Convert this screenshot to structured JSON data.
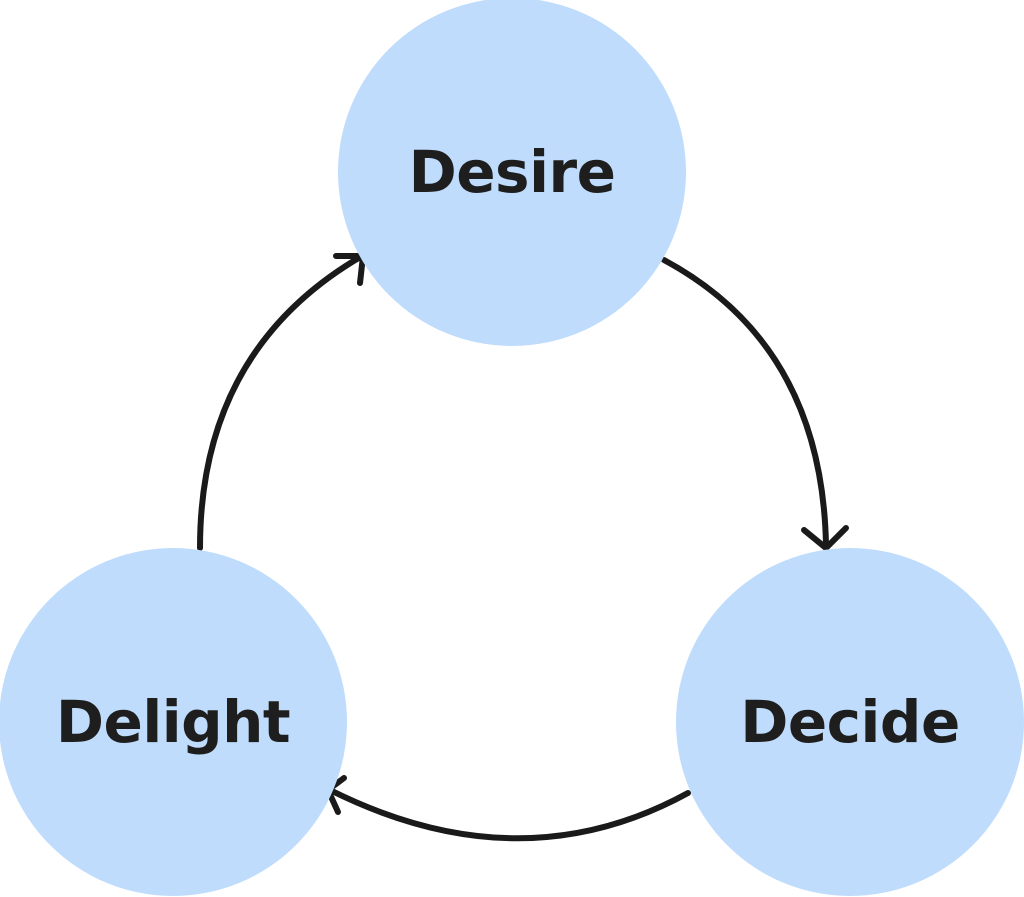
{
  "diagram": {
    "nodes": [
      {
        "id": "desire",
        "label": "Desire"
      },
      {
        "id": "decide",
        "label": "Decide"
      },
      {
        "id": "delight",
        "label": "Delight"
      }
    ],
    "edges": [
      {
        "from": "desire",
        "to": "decide"
      },
      {
        "from": "decide",
        "to": "delight"
      },
      {
        "from": "delight",
        "to": "desire"
      }
    ],
    "colors": {
      "node_fill": "#bfdcfc",
      "label_text": "#1e1e1e",
      "arrow_stroke": "#1a1a1a",
      "background": "#ffffff"
    }
  }
}
